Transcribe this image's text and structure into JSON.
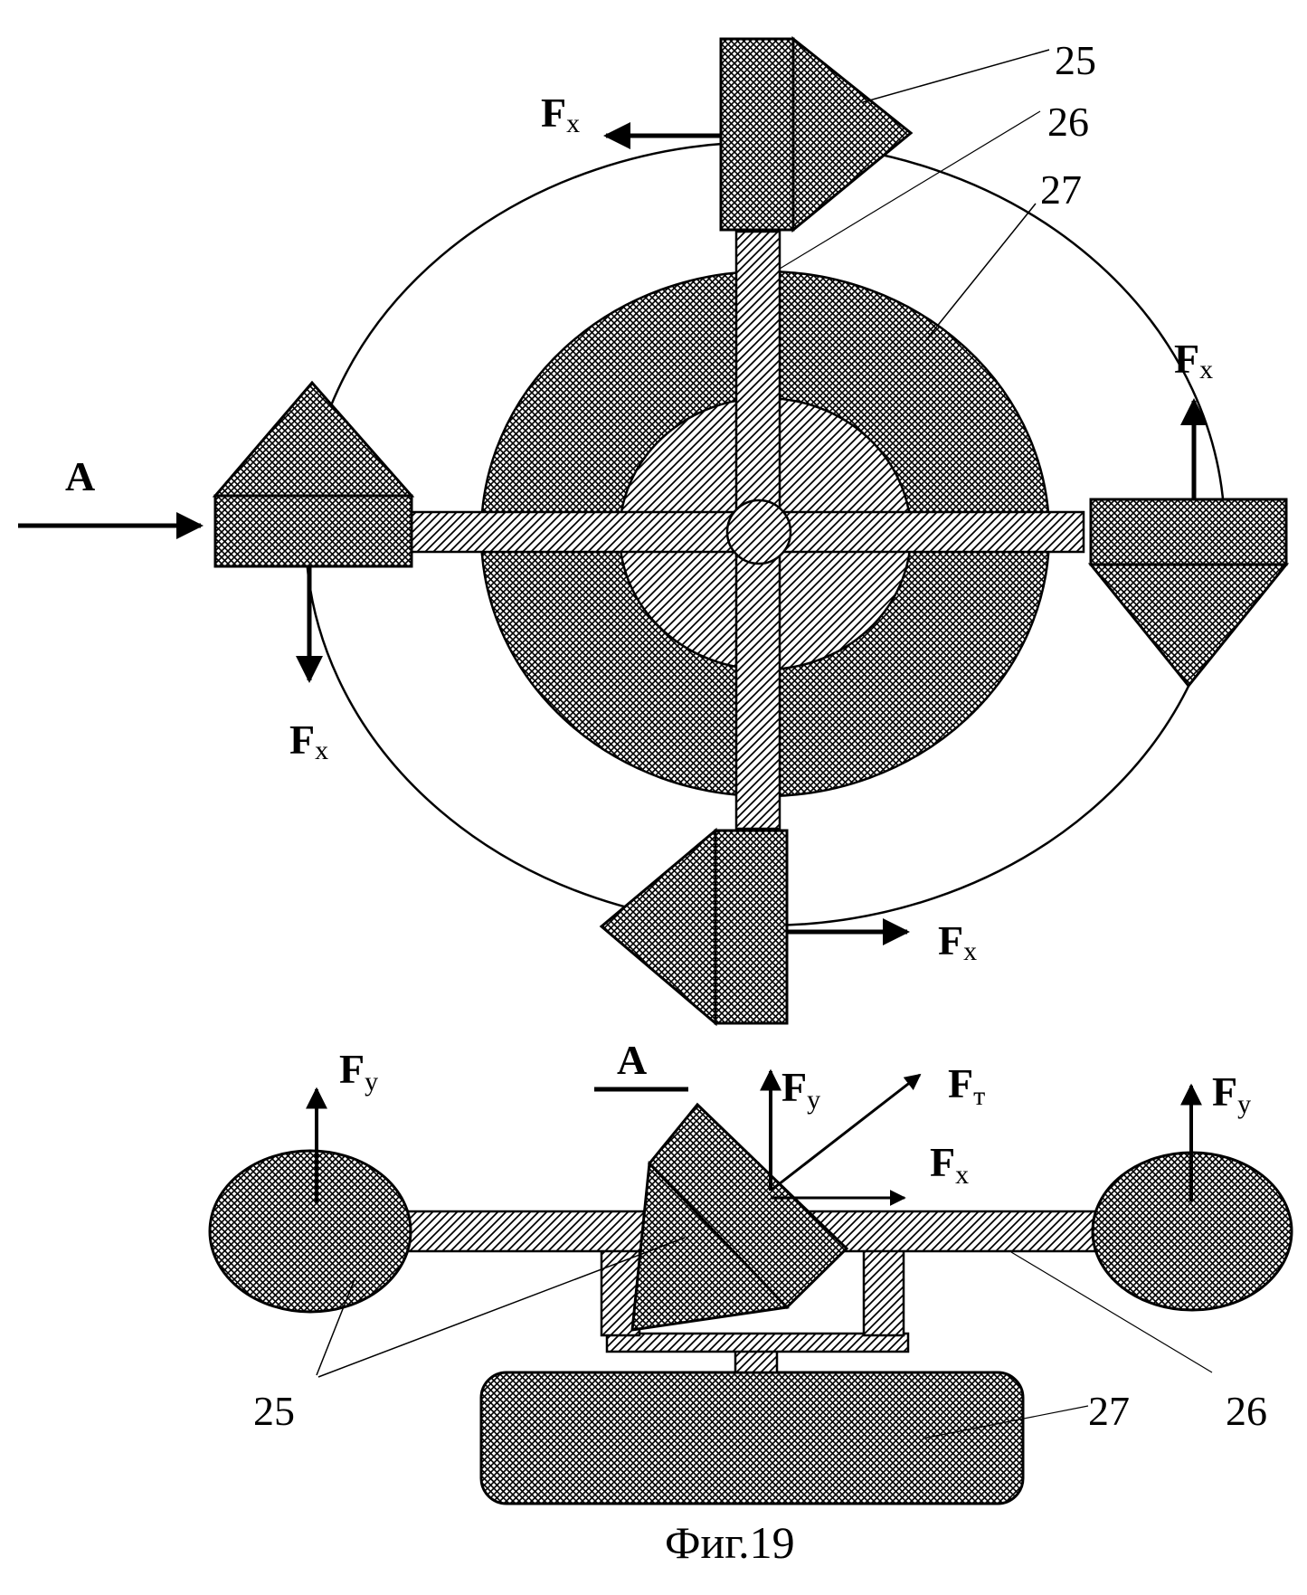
{
  "labels": {
    "n25": "25",
    "n26": "26",
    "n27": "27",
    "force": "F",
    "sub_x": "x",
    "sub_y": "y",
    "sub_t": "т",
    "view": "A"
  },
  "caption": "Фиг.19",
  "colors": {
    "ink": "#000000",
    "paper": "#ffffff"
  }
}
